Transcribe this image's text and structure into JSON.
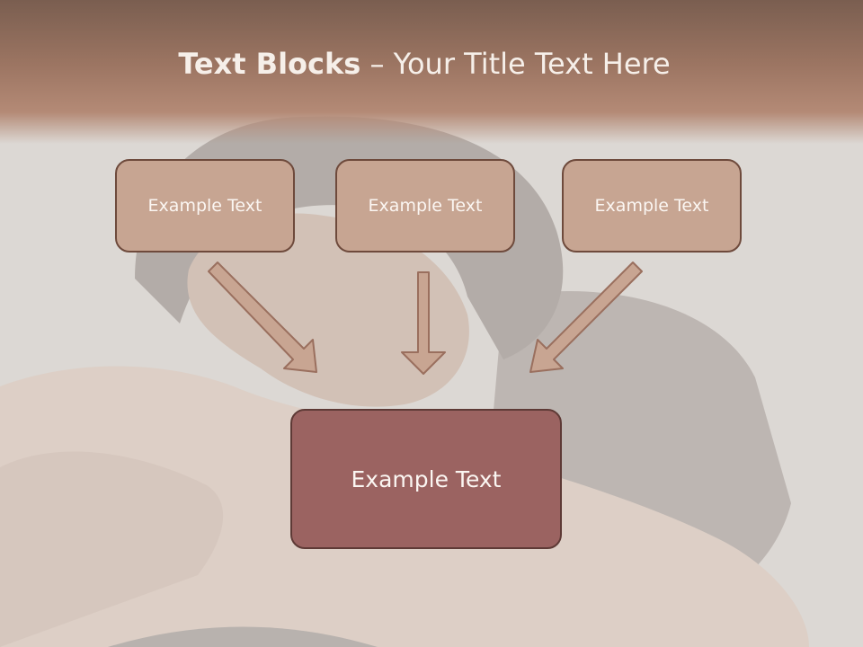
{
  "slide": {
    "title_bold": "Text Blocks",
    "title_separator": " – ",
    "title_rest": "Your Title Text Here"
  },
  "blocks": {
    "top": [
      {
        "label": "Example Text"
      },
      {
        "label": "Example Text"
      },
      {
        "label": "Example Text"
      }
    ],
    "bottom": {
      "label": "Example Text"
    }
  },
  "colors": {
    "title_band": "#9c7562",
    "small_box_fill": "#c7a592",
    "large_box_fill": "#9b6361",
    "arrow_fill": "#c8a592",
    "border": "#6e4a3c"
  }
}
